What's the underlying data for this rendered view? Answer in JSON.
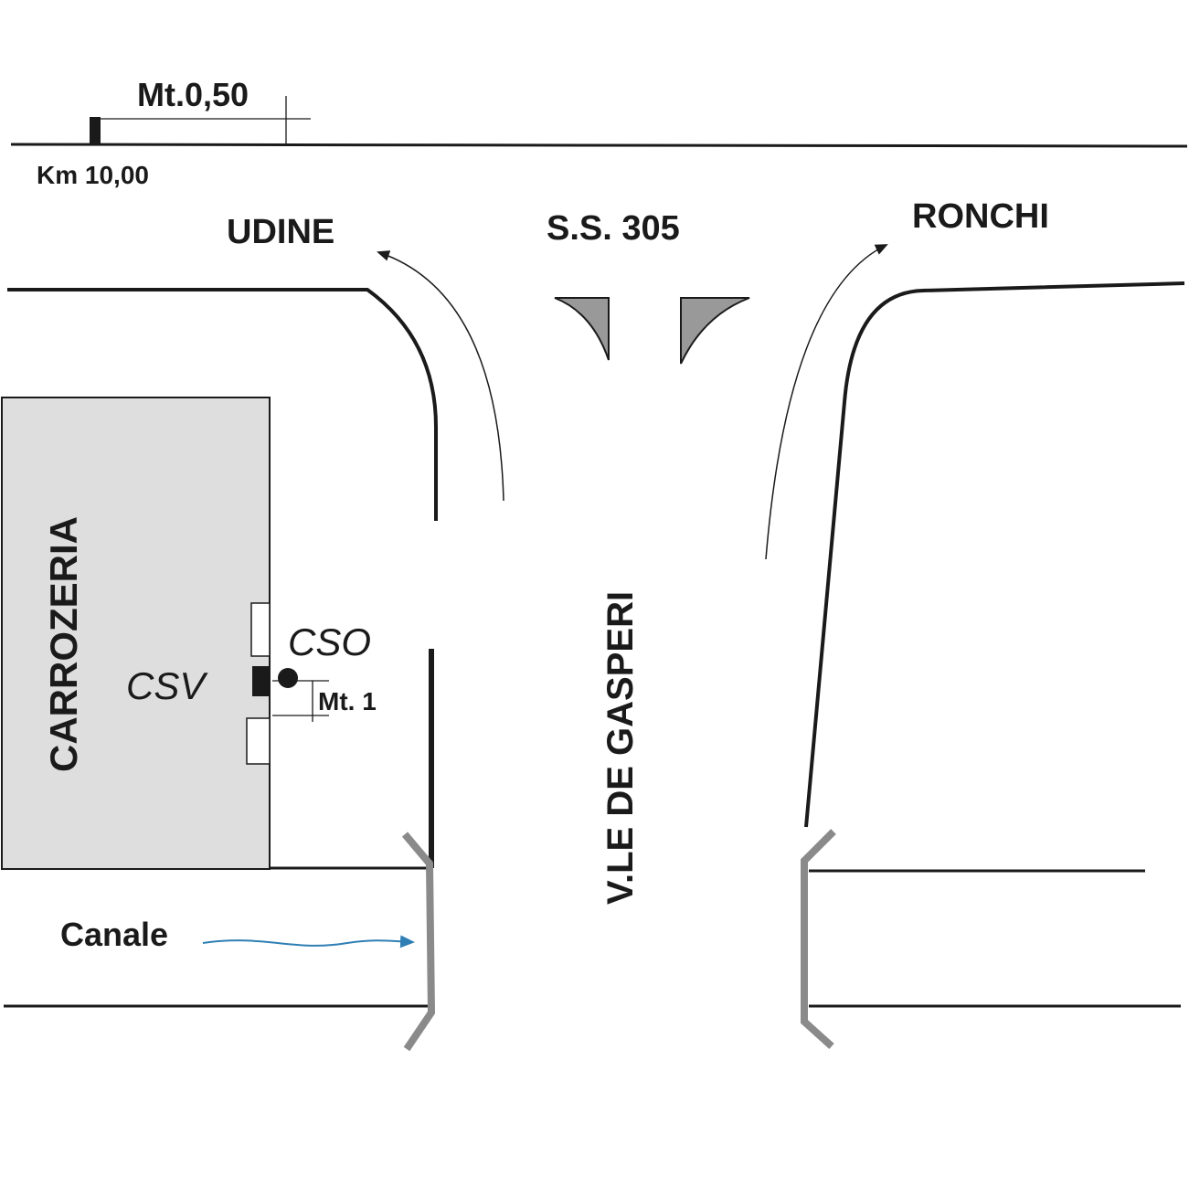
{
  "labels": {
    "scale": "Mt.0,50",
    "km": "Km 10,00",
    "udine": "UDINE",
    "road_name": "S.S. 305",
    "ronchi": "RONCHI",
    "carrozzeria": "CARROZERIA",
    "csv": "CSV",
    "cso": "CSO",
    "mt1": "Mt. 1",
    "street": "V.LE DE GASPERI",
    "canale": "Canale"
  },
  "colors": {
    "line": "#1a1a1a",
    "building_fill": "#dedede",
    "island_fill": "#999999",
    "bridge": "#8a8a8a",
    "water_arrow": "#2f7fb5"
  },
  "icons": {
    "marker": "black-rectangle",
    "point": "black-dot"
  }
}
